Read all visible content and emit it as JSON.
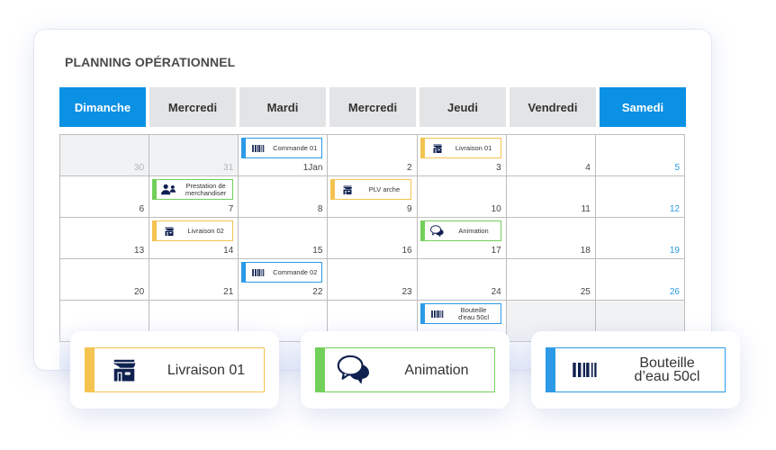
{
  "title": "PLANNING OPÉRATIONNEL",
  "colors": {
    "accent": "#0b91e4",
    "saturday": "#2d9be0",
    "blue": "#2c9ae6",
    "yellow": "#f4c350",
    "green": "#72d05a",
    "icon": "#0f2150"
  },
  "days": [
    {
      "label": "Dimanche",
      "highlight": true
    },
    {
      "label": "Mercredi",
      "highlight": false
    },
    {
      "label": "Mardi",
      "highlight": false
    },
    {
      "label": "Mercredi",
      "highlight": false
    },
    {
      "label": "Jeudi",
      "highlight": false
    },
    {
      "label": "Vendredi",
      "highlight": false
    },
    {
      "label": "Samedi",
      "highlight": true
    }
  ],
  "weeks": [
    [
      "30",
      "31",
      "1Jan",
      "2",
      "3",
      "4",
      "5"
    ],
    [
      "6",
      "7",
      "8",
      "9",
      "10",
      "11",
      "12"
    ],
    [
      "13",
      "14",
      "15",
      "16",
      "17",
      "18",
      "19"
    ],
    [
      "20",
      "21",
      "22",
      "23",
      "24",
      "25",
      "26"
    ],
    [
      "",
      "",
      "",
      "",
      "",
      "",
      ""
    ]
  ],
  "events": {
    "commande01": {
      "label": "Commande 01",
      "icon": "barcode-icon"
    },
    "livraison01": {
      "label": "Livraison 01",
      "icon": "store-icon"
    },
    "prestation": {
      "label_line1": "Prestation de",
      "label_line2": "merchandiser",
      "icon": "users-icon"
    },
    "plv": {
      "label": "PLV arche",
      "icon": "store-icon"
    },
    "livraison02": {
      "label": "Livraison 02",
      "icon": "store-icon"
    },
    "animation": {
      "label": "Animation",
      "icon": "chat-bubbles-icon"
    },
    "commande02": {
      "label": "Commande 02",
      "icon": "barcode-icon"
    },
    "bouteille": {
      "label_line1": "Bouteille",
      "label_line2": "d'eau 50cl",
      "icon": "barcode-icon"
    }
  },
  "featured": [
    {
      "label": "Livraison 01",
      "icon": "store-icon"
    },
    {
      "label": "Animation",
      "icon": "chat-bubbles-icon"
    },
    {
      "label_line1": "Bouteille",
      "label_line2": "d’eau 50cl",
      "icon": "barcode-icon"
    }
  ]
}
